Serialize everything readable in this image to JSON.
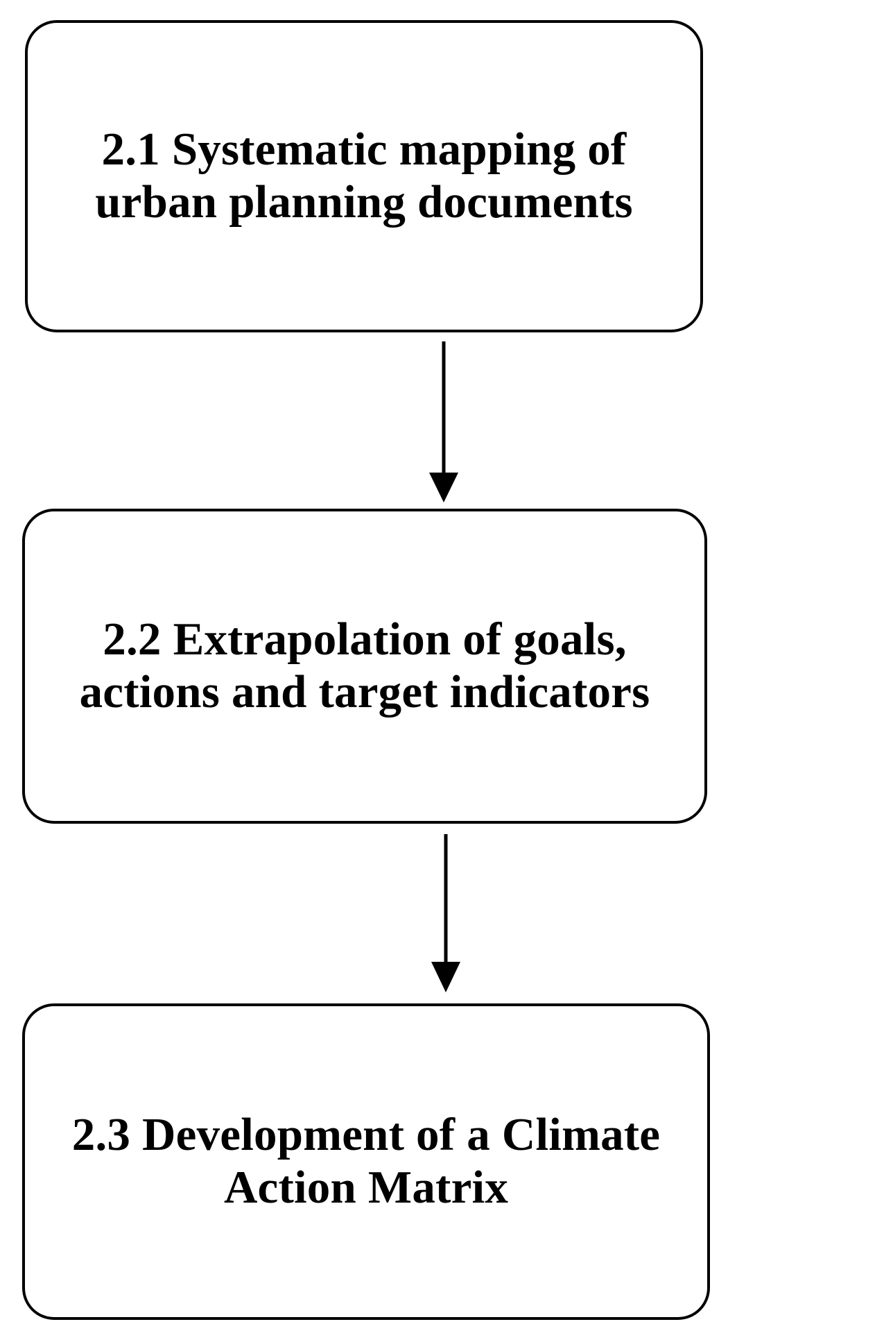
{
  "diagram": {
    "type": "flowchart",
    "orientation": "vertical",
    "background_color": "#ffffff",
    "line_color": "#000000",
    "nodes": [
      {
        "id": "2.1",
        "label": "2.1   Systematic mapping of urban planning documents",
        "shape": "rounded-rectangle"
      },
      {
        "id": "2.2",
        "label": "2.2   Extrapolation of goals, actions and target indicators",
        "shape": "rounded-rectangle"
      },
      {
        "id": "2.3",
        "label": "2.3   Development of a Climate Action Matrix",
        "shape": "rounded-rectangle"
      }
    ],
    "edges": [
      {
        "from": "2.1",
        "to": "2.2",
        "style": "solid-arrow"
      },
      {
        "from": "2.2",
        "to": "2.3",
        "style": "solid-arrow"
      }
    ]
  }
}
